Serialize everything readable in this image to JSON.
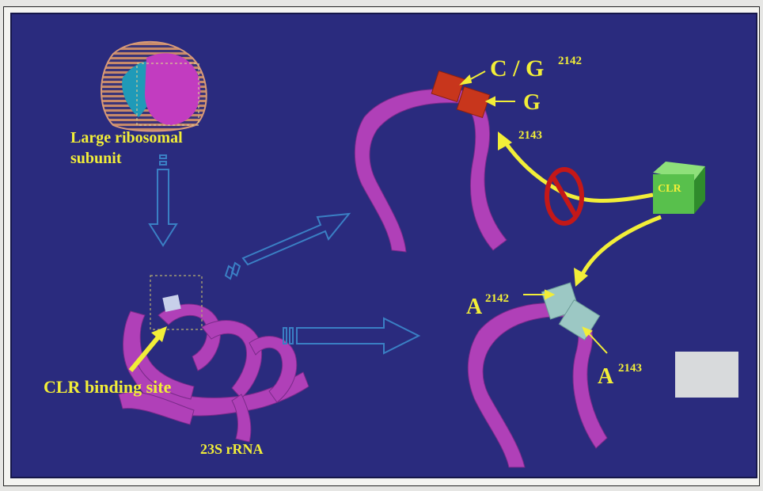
{
  "labels": {
    "large_subunit": "Large  ribosomal",
    "subunit": "subunit",
    "binding_site": "CLR binding site",
    "rrna": "23S rRNA",
    "top_pair": "C / G",
    "top_pair_pos": "2142",
    "top_g": "G",
    "top_g_pos": "2143",
    "drug": "CLR",
    "bottom_a1": "A",
    "bottom_a1_pos": "2142",
    "bottom_a2": "A",
    "bottom_a2_pos": "2143"
  },
  "colors": {
    "background": "#2a2b7e",
    "label": "#f2ee38",
    "rna": "#b040b8",
    "mutated_site": "#c8361c",
    "wildtype_site": "#9cc8c4",
    "drug": "#58c04c",
    "prohibit": "#c41818"
  }
}
